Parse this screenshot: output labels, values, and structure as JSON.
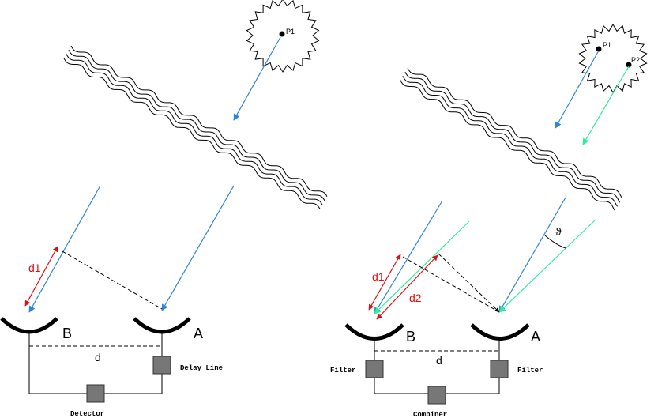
{
  "colors": {
    "ray": "#2f86d8",
    "ray2": "#2ef09a",
    "path": "#e01010",
    "line": "#000000",
    "box_fill": "#777777"
  },
  "left": {
    "star_label": "P1",
    "d1_label": "d1",
    "mirror_b_label": "B",
    "mirror_a_label": "A",
    "baseline_label": "d",
    "delay_line_label": "Delay Line",
    "detector_label": "Detector"
  },
  "right": {
    "star_p1_label": "P1",
    "star_p2_label": "P2",
    "d1_label": "d1",
    "d2_label": "d2",
    "angle_label": "ϑ",
    "mirror_b_label": "B",
    "mirror_a_label": "A",
    "baseline_label": "d",
    "filter_left_label": "Filter",
    "filter_right_label": "Filter",
    "combiner_label": "Combiner"
  }
}
